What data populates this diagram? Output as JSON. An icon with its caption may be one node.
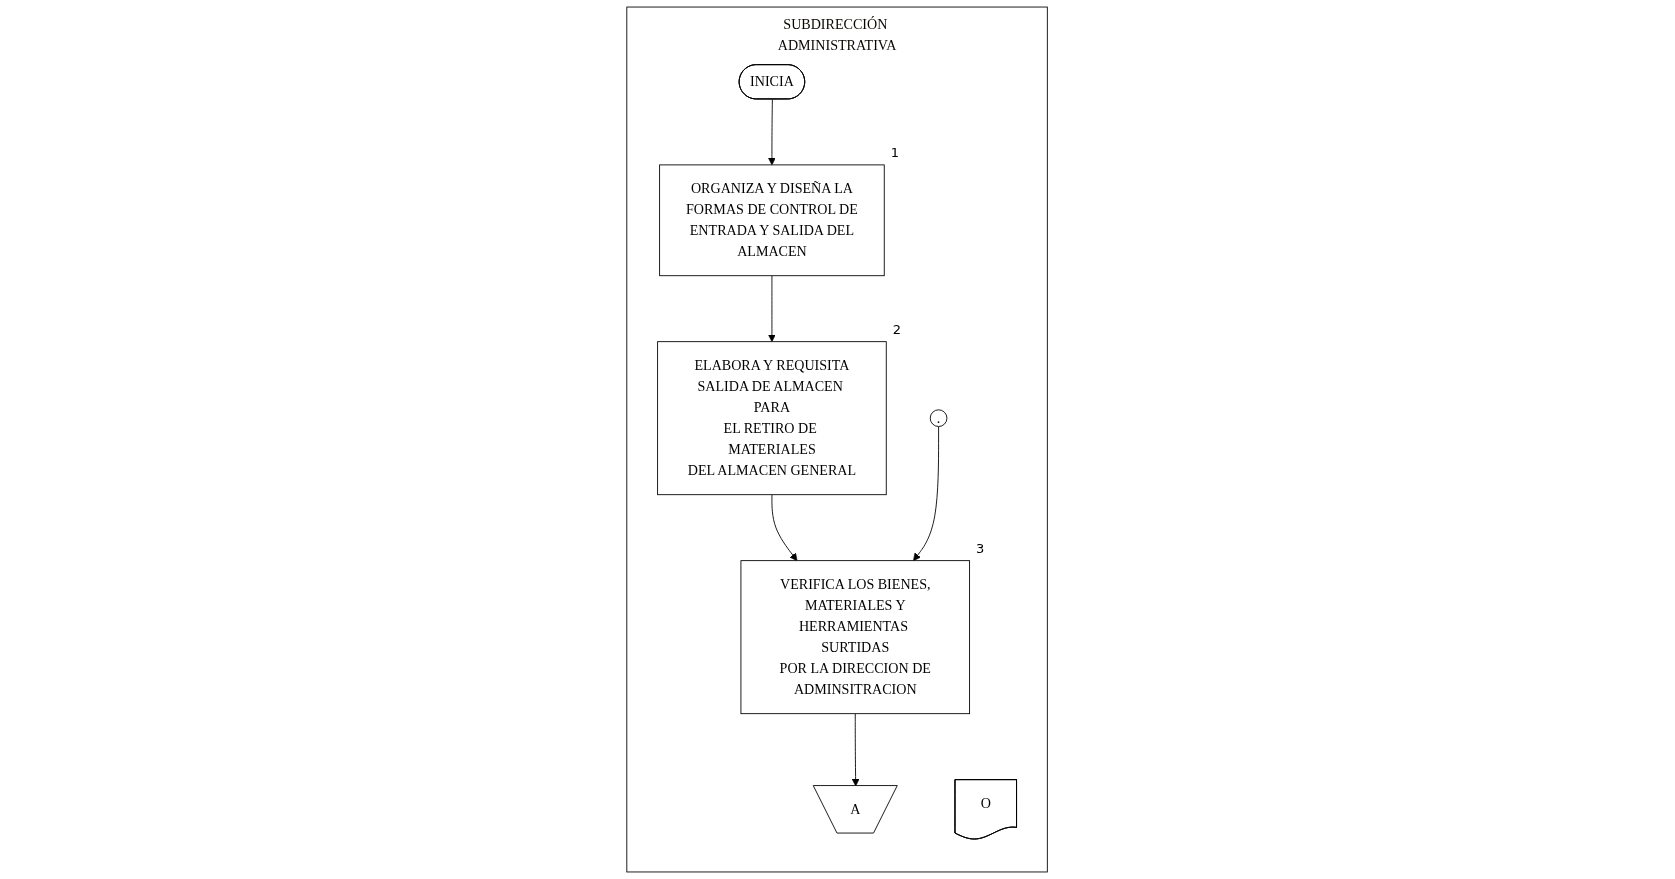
{
  "diagram": {
    "nodes": [
      {
        "text": [
          "SUBDIRECCIÓN ADMINISTRATIVA"
        ]
      },
      {
        "text": [
          "INICIA"
        ],
        "in": 0
      },
      {
        "text": [
          "ORGANIZA Y DISEÑA LA FORMAS DE CONTROL DE ENTRADA Y SALIDA DEL ALMACEN"
        ],
        "beside": [
          "1"
        ],
        "in": 0
      },
      {
        "text": [
          "ELABORA Y REQUISITA SALIDA DE ALMACEN PARA EL RETIRO DE MATERIALES DEL ALMACEN GENERAL"
        ],
        "beside": [
          "2"
        ],
        "in": 0
      },
      {
        "text": [
          "O"
        ],
        "in": 0
      },
      {
        "text": [
          "."
        ],
        "in": 0
      },
      {
        "text": [
          "VERIFICA LOS BIENES, MATERIALES Y HERRAMIENTAS SURTIDAS POR LA DIRECCION DE ADMINSITRACION"
        ],
        "beside": [
          "3"
        ],
        "in": 0
      },
      {
        "text": [
          "A"
        ],
        "in": 0
      }
    ],
    "edges": [
      {
        "from": 1,
        "to": 2,
        "arrow": "to"
      },
      {
        "from": 2,
        "to": 3,
        "arrow": "to"
      },
      {
        "from": 3,
        "to": 6,
        "arrow": "to"
      },
      {
        "from": 5,
        "to": 6,
        "arrow": "to"
      },
      {
        "from": 6,
        "to": 7,
        "arrow": "to"
      }
    ]
  }
}
